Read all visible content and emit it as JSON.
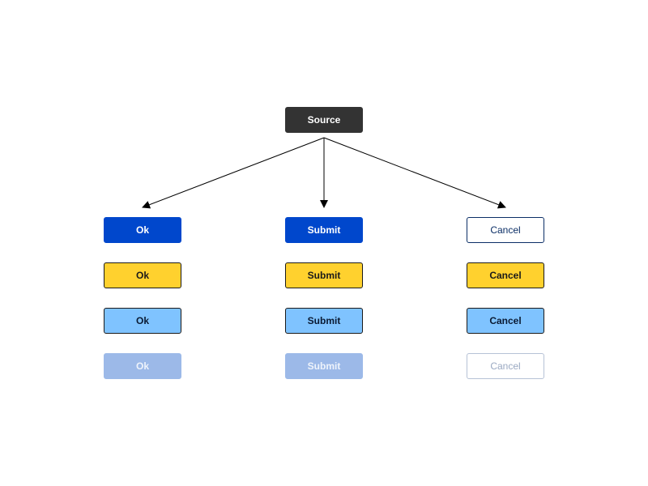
{
  "source": {
    "label": "Source"
  },
  "columns": [
    {
      "states": [
        "Ok",
        "Ok",
        "Ok",
        "Ok"
      ]
    },
    {
      "states": [
        "Submit",
        "Submit",
        "Submit",
        "Submit"
      ]
    },
    {
      "states": [
        "Cancel",
        "Cancel",
        "Cancel",
        "Cancel"
      ]
    }
  ],
  "colors": {
    "source": "#333333",
    "primary": "#0047cc",
    "hover": "#ffd12e",
    "focus": "#7fc3ff",
    "disabled": "#9cb9e8",
    "outline": "#0b2e66",
    "edge": "#000000"
  }
}
